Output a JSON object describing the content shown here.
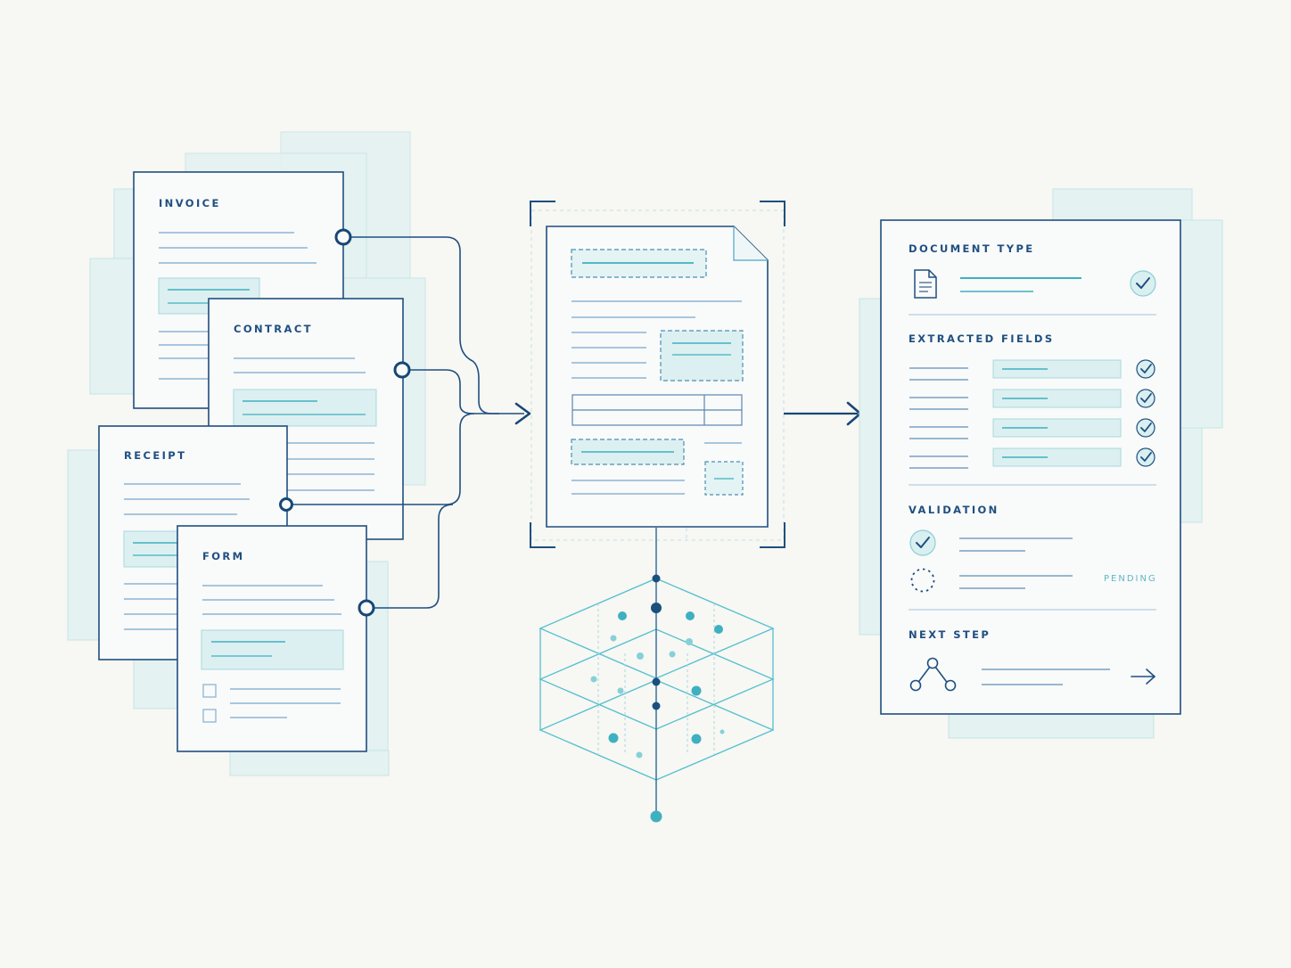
{
  "colors": {
    "background": "#f7f7f3",
    "navy": "#1f4f80",
    "navy_dark": "#174777",
    "teal": "#3fb0c0",
    "teal_fill": "#dff2f2",
    "shadow_sheet": "#e4f2f2",
    "line_light": "#9cc4d8"
  },
  "input_documents": [
    {
      "label": "INVOICE"
    },
    {
      "label": "CONTRACT"
    },
    {
      "label": "RECEIPT"
    },
    {
      "label": "FORM"
    }
  ],
  "output_panel": {
    "sections": {
      "document_type": {
        "title": "DOCUMENT TYPE",
        "icon": "document-icon",
        "status_icon": "check-circle-icon"
      },
      "extracted_fields": {
        "title": "EXTRACTED FIELDS",
        "field_count": 4,
        "status_icon": "check-circle-icon"
      },
      "validation": {
        "title": "VALIDATION",
        "items": [
          {
            "status": "check-circle-icon"
          },
          {
            "status": "dashed-circle-icon",
            "label": "PENDING"
          }
        ]
      },
      "next_step": {
        "title": "NEXT STEP",
        "icon": "workflow-nodes-icon",
        "action_icon": "arrow-right-icon"
      }
    }
  }
}
